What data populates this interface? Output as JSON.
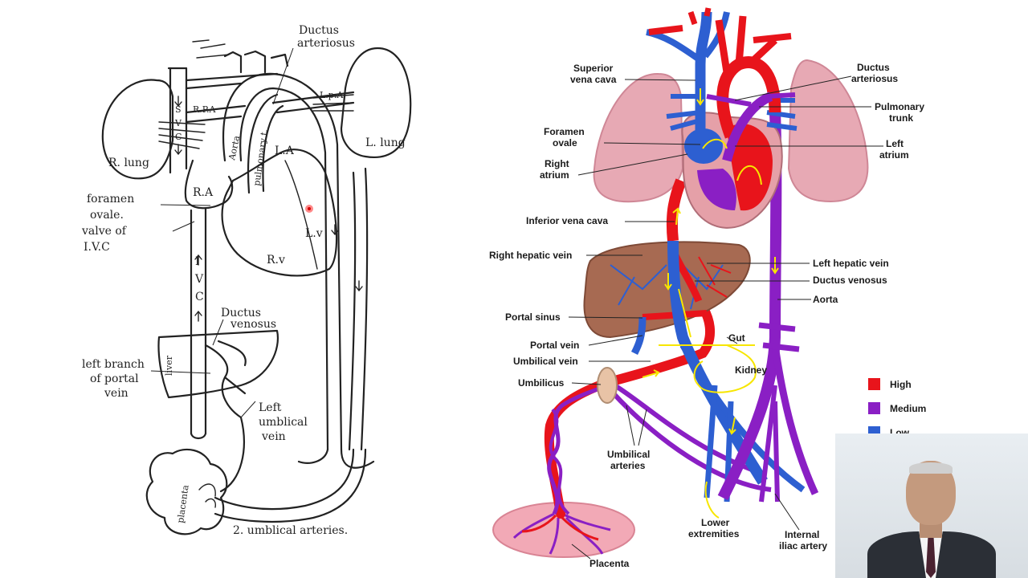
{
  "sketch": {
    "title_ductus": [
      "Ductus",
      "arteriosus"
    ],
    "rpa": "R.P.A",
    "lpa": "L.p.A",
    "r_lung": "R. lung",
    "l_lung": "L. lung",
    "svc": [
      "S",
      "V",
      "C"
    ],
    "aorta": "Aorta",
    "pulmonary": "pulmonary t.",
    "la": "L.A",
    "ra": "R.A",
    "rv": "R.v",
    "lv": "L.v",
    "foramen": [
      "foramen",
      "ovale."
    ],
    "valve": [
      "valve of",
      "I.V.C"
    ],
    "ivc": [
      "I",
      "V",
      "C"
    ],
    "ductus_venosus": [
      "Ductus",
      "venosus"
    ],
    "liver": "liver",
    "left_branch": [
      "left branch",
      "of portal",
      "vein"
    ],
    "left_umbilical": [
      "Left",
      "umblical",
      "vein"
    ],
    "placenta": "placenta",
    "umb_arteries": "2. umblical arteries."
  },
  "diagram": {
    "labels": {
      "svc": [
        "Superior",
        "vena cava"
      ],
      "ductus_art": [
        "Ductus",
        "arteriosus"
      ],
      "pulm_trunk": [
        "Pulmonary",
        "trunk"
      ],
      "foramen": [
        "Foramen",
        "ovale"
      ],
      "left_atrium": [
        "Left",
        "atrium"
      ],
      "right_atrium": [
        "Right",
        "atrium"
      ],
      "ivc": "Inferior vena cava",
      "rhv": "Right hepatic vein",
      "lhv": "Left hepatic vein",
      "dv": "Ductus venosus",
      "aorta": "Aorta",
      "portal_sinus": "Portal sinus",
      "gut": "Gut",
      "portal_vein": "Portal vein",
      "umb_vein": "Umbilical vein",
      "kidney": "Kidney",
      "umbilicus": "Umbilicus",
      "umb_arteries": [
        "Umbilical",
        "arteries"
      ],
      "lower_ext": [
        "Lower",
        "extremities"
      ],
      "internal_iliac": [
        "Internal",
        "iliac artery"
      ],
      "placenta": "Placenta"
    },
    "legend": [
      {
        "label": "High",
        "color": "#e8141b"
      },
      {
        "label": "Medium",
        "color": "#8a1fc4"
      },
      {
        "label": "Low",
        "color": "#2d5fd1"
      }
    ],
    "colors": {
      "oxygenated": "#e8141b",
      "mixed": "#8a1fc4",
      "deoxygenated": "#2d5fd1",
      "lung": "#e7a9b4",
      "liver": "#a76a52",
      "placenta": "#f2a9b6",
      "arrows": "#f7e600"
    }
  },
  "presenter": {
    "video_icon": "presenter-webcam"
  }
}
